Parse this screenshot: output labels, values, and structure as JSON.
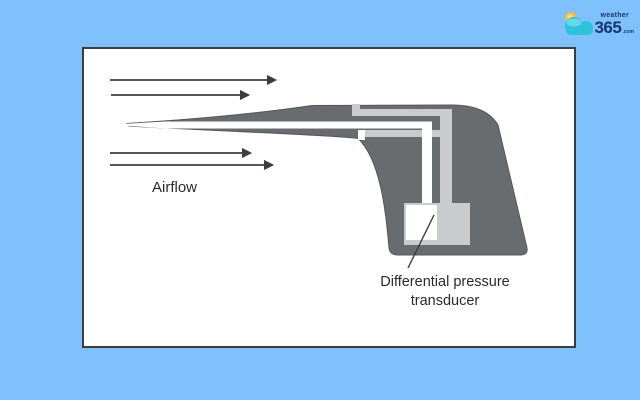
{
  "logo": {
    "brand_top": "weather",
    "brand_number": "365",
    "brand_suffix": ".com"
  },
  "diagram": {
    "airflow_label": "Airflow",
    "transducer_label": "Differential pressure\ntransducer"
  },
  "colors": {
    "page_background": "#7fc1fc",
    "panel_background": "#ffffff",
    "panel_border": "#3a3e41",
    "probe_body": "#696c6f",
    "probe_body_outline": "#54575a",
    "static_channel": "#c9cbcd",
    "total_channel": "#ffffff",
    "arrow": "#3d3d3d",
    "label_text": "#2b2b2b",
    "logo_text": "#16366f",
    "logo_cloud": "#2cc3da",
    "logo_cloud_highlight": "#86e2ee",
    "logo_sun": "#f4bc42"
  }
}
